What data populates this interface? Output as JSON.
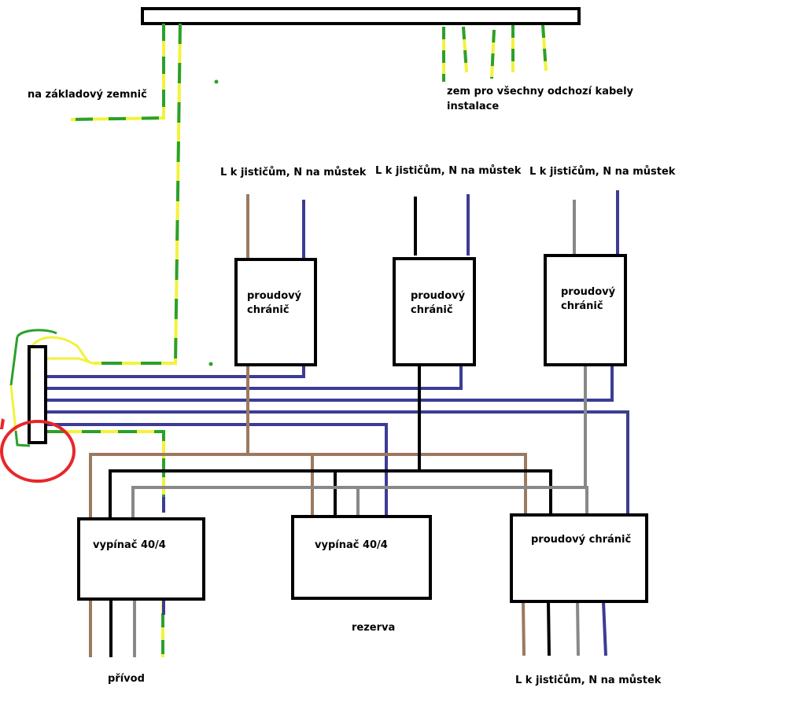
{
  "labels": {
    "zemnic": "na základový zemnič",
    "zem_line1": "zem pro všechny odchozí kabely",
    "zem_line2": "instalace",
    "lk1": "L k jističům, N na můstek",
    "lk2": "L k jističům, N na můstek",
    "lk3": "L k jističům, N na můstek",
    "lk4": "L k jističům, N na můstek",
    "rcd_top": "proudový",
    "rcd_bottom": "chránič",
    "rcd_wide": "proudový chránič",
    "switch": "vypínač 40/4",
    "rezerva": "rezerva",
    "privod": "přívod"
  },
  "colors": {
    "phase_brown": "#9b7a5f",
    "phase_black": "#000000",
    "phase_gray": "#888888",
    "neutral_blue": "#3c3c96",
    "pe_yellow": "#f2f23c",
    "pe_green": "#2ca02c",
    "highlight_red": "#e8262a"
  }
}
